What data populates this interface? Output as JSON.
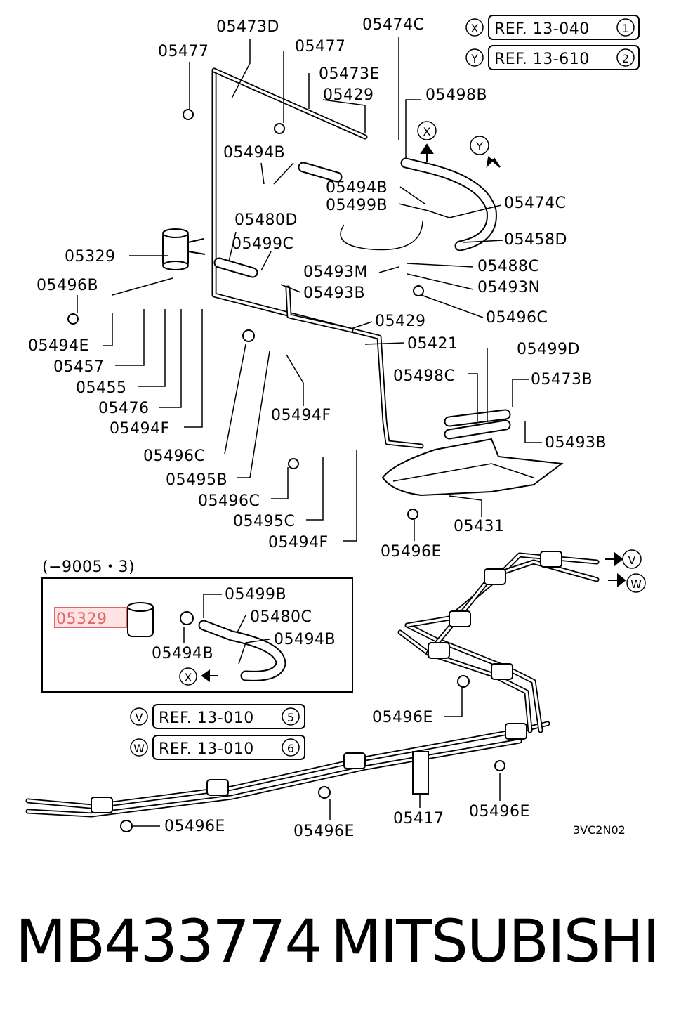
{
  "diagram": {
    "refs": [
      {
        "letter": "X",
        "text": "REF. 13-040",
        "num": "1"
      },
      {
        "letter": "Y",
        "text": "REF. 13-610",
        "num": "2"
      },
      {
        "letter": "V",
        "text": "REF. 13-010",
        "num": "5"
      },
      {
        "letter": "W",
        "text": "REF. 13-010",
        "num": "6"
      }
    ],
    "inset_caption": "(−9005・3)",
    "highlighted_part": "05329",
    "drawing_code": "3VC2N02",
    "arrow_letters": [
      "X",
      "Y",
      "V",
      "W",
      "X"
    ],
    "labels": [
      "05473D",
      "05474C",
      "05477",
      "05477",
      "05473E",
      "05429",
      "05498B",
      "05494B",
      "05494B",
      "05474C",
      "05499B",
      "05480D",
      "05458D",
      "05329",
      "05499C",
      "05488C",
      "05493M",
      "05493N",
      "05496B",
      "05493B",
      "05496C",
      "05429",
      "05421",
      "05494E",
      "05499D",
      "05457",
      "05498C",
      "05473B",
      "05455",
      "05476",
      "05494F",
      "05493B",
      "05494F",
      "05496C",
      "05495B",
      "05496C",
      "05495C",
      "05431",
      "05494F",
      "05496E",
      "05499B",
      "05480C",
      "05494B",
      "05494B",
      "05496E",
      "05496E",
      "05417",
      "05496E",
      "05496E"
    ]
  },
  "footer": {
    "part_number": "MB433774",
    "brand": "MITSUBISHI"
  }
}
